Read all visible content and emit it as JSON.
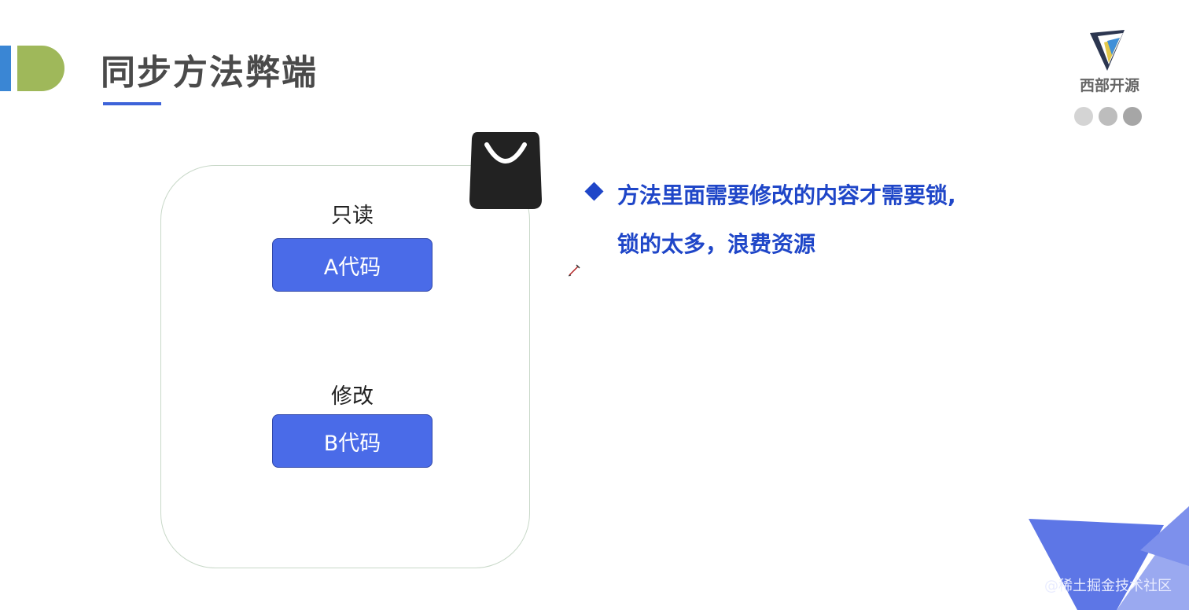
{
  "slide": {
    "title": "同步方法弊端",
    "brand": {
      "name": "西部开源"
    },
    "dots": {
      "colors": [
        "#d4d4d4",
        "#bdbdbd",
        "#a6a6a6"
      ]
    },
    "frame": {
      "read_label": "只读",
      "code_a": "A代码",
      "modify_label": "修改",
      "code_b": "B代码"
    },
    "bullet": {
      "line1": "方法里面需要修改的内容才需要锁,",
      "line2": "锁的太多，浪费资源"
    },
    "watermark": "@稀土掘金技术社区"
  },
  "colors": {
    "accent_blue": "#1f46c8",
    "code_block": "#4a6be8",
    "title_text": "#4a4a4a",
    "corner_green": "#9fb85a",
    "corner_blue": "#3a86d4",
    "deco_blue": "#6d84ea"
  },
  "icons": [
    "shopping-bag-icon",
    "brand-logo-icon",
    "pen-cursor-icon",
    "diamond-bullet-icon"
  ]
}
